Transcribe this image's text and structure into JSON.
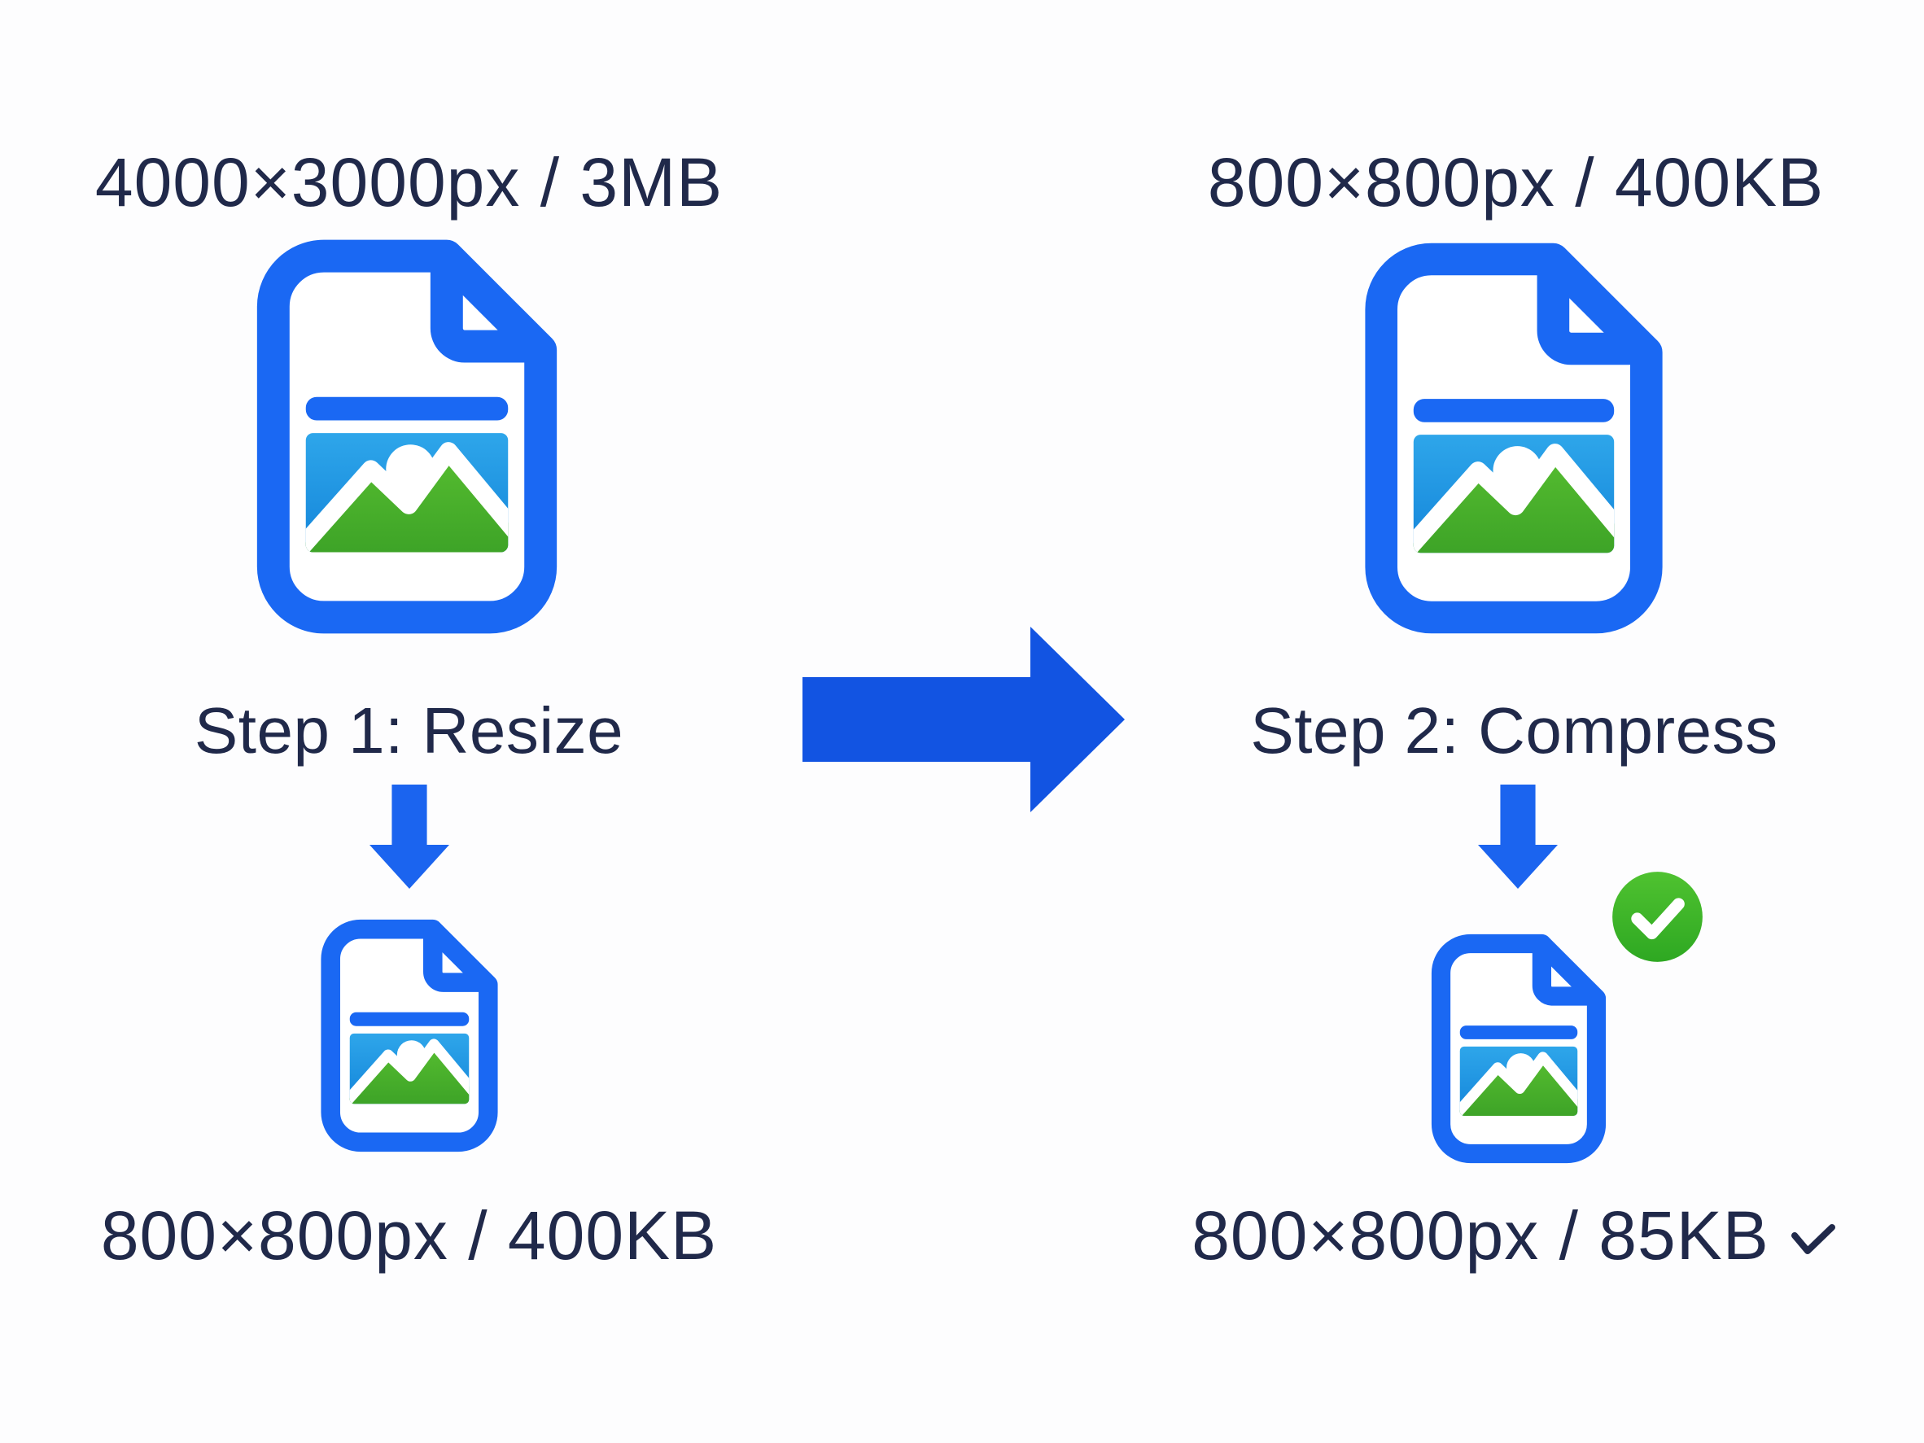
{
  "title": "Image resize and compress two-step flow diagram",
  "colors": {
    "background": "#fdfdfe",
    "text": "#20294a",
    "icon_blue": "#1a68f3",
    "arrow_blue": "#1254e2",
    "down_arrow_blue": "#1b64ef",
    "photo_blue_top": "#2ea6ea",
    "photo_blue_bottom": "#1485da",
    "mountain_green_top": "#56bd30",
    "mountain_green_bottom": "#3aa026",
    "badge_green_top": "#4fc230",
    "badge_green_bottom": "#2ea822"
  },
  "flow": {
    "left": {
      "input_label": "4000×3000px / 3MB",
      "step_label": "Step 1: Resize",
      "output_label": "800×800px / 400KB"
    },
    "right": {
      "input_label": "800×800px / 400KB",
      "step_label": "Step 2: Compress",
      "output_label": "800×800px / 85KB"
    }
  },
  "icons": {
    "file": "image-file-icon",
    "flow": "right-arrow-icon",
    "step": "down-arrow-icon",
    "success": "check-badge-icon",
    "result": "check-chevron-icon"
  }
}
